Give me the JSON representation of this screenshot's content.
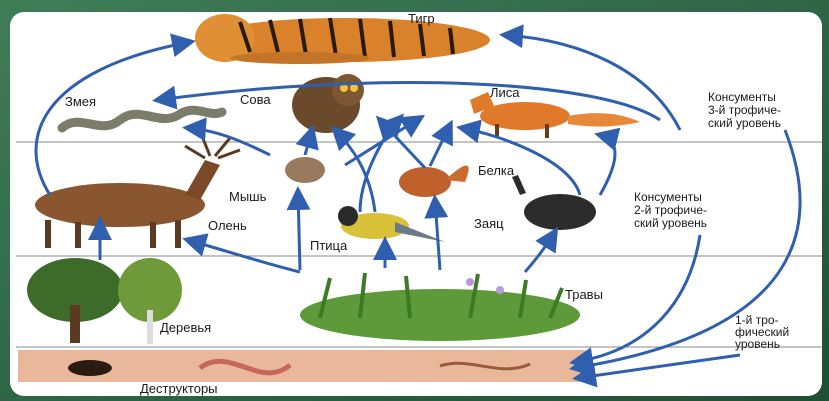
{
  "organisms": {
    "tiger": "Тигр",
    "snake": "Змея",
    "owl": "Сова",
    "fox": "Лиса",
    "deer": "Олень",
    "mouse": "Мышь",
    "squirrel": "Белка",
    "bird": "Птица",
    "hare": "Заяц",
    "trees": "Деревья",
    "grasses": "Травы",
    "decomposers": "Деструкторы"
  },
  "levels": {
    "level3": [
      "Консументы",
      "3-й трофиче-",
      "ский уровень"
    ],
    "level2": [
      "Консументы",
      "2-й трофиче-",
      "ский уровень"
    ],
    "level1": [
      "1-й тро-",
      "фический",
      "уровень"
    ]
  },
  "colors": {
    "arrow": "#2f5fae",
    "background": "#2f6b48",
    "panel": "#ffffff",
    "soil": "#e9b89a"
  }
}
